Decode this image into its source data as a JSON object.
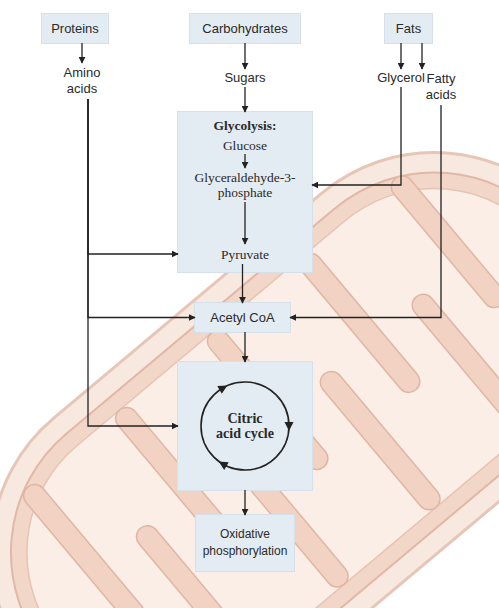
{
  "diagram": {
    "nodes": [
      {
        "text": [
          "Proteins"
        ]
      },
      {
        "text": [
          "Carbohydrates"
        ]
      },
      {
        "text": [
          "Fats"
        ]
      },
      {
        "text": [
          "Amino acids"
        ]
      },
      {
        "text": [
          "Sugars"
        ]
      },
      {
        "text": [
          "Glycerol"
        ]
      },
      {
        "text": [
          "Fatty acids"
        ]
      },
      {
        "text": [
          "Glycolysis:"
        ]
      },
      {
        "text": [
          "Glucose"
        ],
        "in": 7
      },
      {
        "text": [
          "Glyceraldehyde-3-phosphate"
        ],
        "in": 7
      },
      {
        "text": [
          "Pyruvate"
        ],
        "in": 7
      },
      {
        "text": [
          "Acetyl CoA"
        ]
      },
      {
        "text": [
          "Citric acid cycle"
        ]
      },
      {
        "text": [
          "Oxidative phosphorylation"
        ]
      }
    ],
    "edges": [
      {
        "from": 0,
        "to": 3,
        "arrow": "to"
      },
      {
        "from": 1,
        "to": 4,
        "arrow": "to"
      },
      {
        "from": 2,
        "to": 5,
        "arrow": "to"
      },
      {
        "from": 2,
        "to": 6,
        "arrow": "to"
      },
      {
        "from": 4,
        "to": 7,
        "arrow": "to"
      },
      {
        "from": 8,
        "to": 9,
        "arrow": "to"
      },
      {
        "from": 9,
        "to": 10,
        "arrow": "to"
      },
      {
        "from": 5,
        "to": 9,
        "arrow": "to"
      },
      {
        "from": 3,
        "to": 10,
        "arrow": "to"
      },
      {
        "from": 3,
        "to": 11,
        "arrow": "to"
      },
      {
        "from": 3,
        "to": 12,
        "arrow": "to"
      },
      {
        "from": 10,
        "to": 11,
        "arrow": "to"
      },
      {
        "from": 6,
        "to": 11,
        "arrow": "to"
      },
      {
        "from": 11,
        "to": 12,
        "arrow": "to"
      },
      {
        "from": 12,
        "to": 13,
        "arrow": "to"
      }
    ]
  }
}
